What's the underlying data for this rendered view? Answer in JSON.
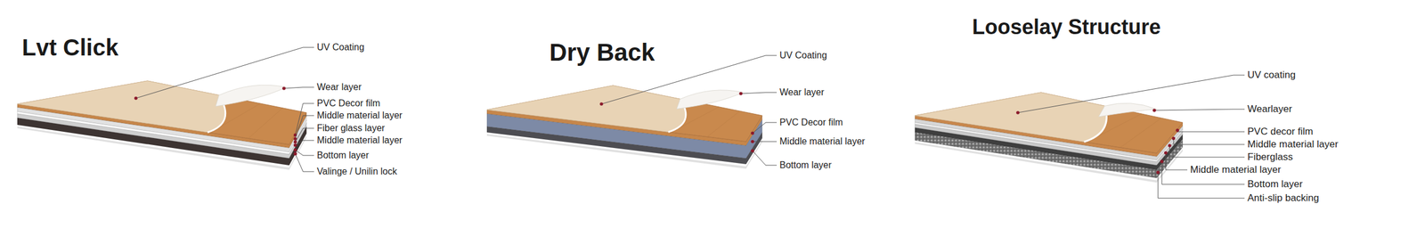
{
  "diagram": {
    "labels": [
      "Lvt Click",
      "UV Coating",
      "Wear layer",
      "PVC Decor film",
      "Middle material layer",
      "Fiber glass layer",
      "Middle material layer",
      "Bottom layer",
      "Valinge / Unilin lock",
      "Dry Back",
      "UV Coating",
      "Wear layer",
      "PVC Decor film",
      "Middle material layer",
      "Bottom layer",
      "Looselay Structure",
      "UV coating",
      "Wearlayer",
      "PVC decor film",
      "Middle material layer",
      "Fiberglass",
      "Middle material layer",
      "Bottom layer",
      "Anti-slip backing"
    ]
  }
}
